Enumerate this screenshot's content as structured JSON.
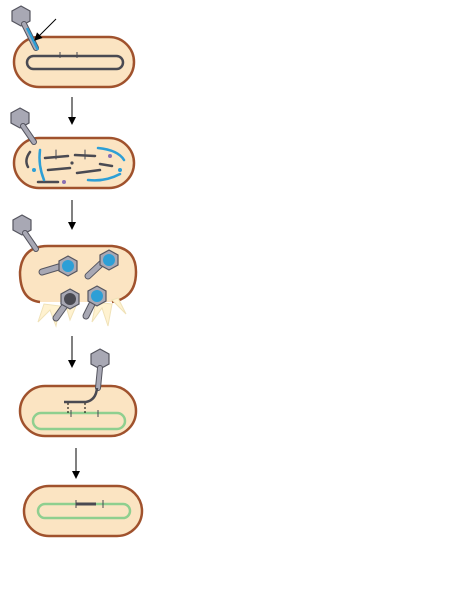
{
  "figure": {
    "caption": "",
    "colors": {
      "cell_wall": "#a0522d",
      "cell_fill": "#fbe4c2",
      "phage_fill": "#a8a8b4",
      "phage_stroke": "#55555f",
      "phage_dna": "#2d9fd6",
      "host_dna": "#4a4a52",
      "prophage_host_dna": "#8fcf8f",
      "arrow": "#000000",
      "lysis_fragments": "#fff2d0"
    },
    "steps": [
      {
        "stage": "attachment-and-injection"
      },
      {
        "stage": "host-dna-degraded-phage-dna-replicated"
      },
      {
        "stage": "assembly-and-lysis"
      },
      {
        "stage": "transducing-phage-injects-donor-dna"
      },
      {
        "stage": "recombination-into-recipient-chromosome"
      }
    ]
  }
}
